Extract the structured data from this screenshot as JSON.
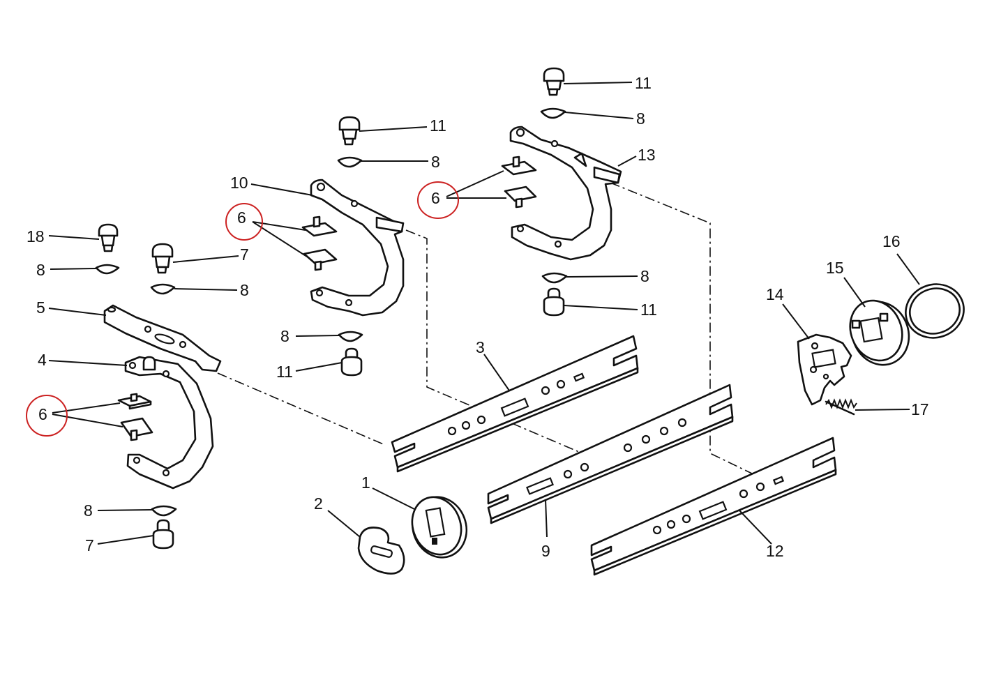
{
  "colors": {
    "line": "#111111",
    "background": "#ffffff",
    "highlight_circle": "#cc2222"
  },
  "labels": {
    "n1": "1",
    "n2": "2",
    "n3": "3",
    "n4": "4",
    "n5": "5",
    "n6_left": "6",
    "n6_middle": "6",
    "n6_right": "6",
    "n7_top": "7",
    "n7_bottom": "7",
    "n8_a": "8",
    "n8_b": "8",
    "n8_c": "8",
    "n8_d": "8",
    "n8_e": "8",
    "n8_f": "8",
    "n8_g": "8",
    "n9": "9",
    "n10": "10",
    "n11_a": "11",
    "n11_b": "11",
    "n11_c": "11",
    "n11_d": "11",
    "n12": "12",
    "n13": "13",
    "n14": "14",
    "n15": "15",
    "n16": "16",
    "n17": "17",
    "n18": "18"
  }
}
